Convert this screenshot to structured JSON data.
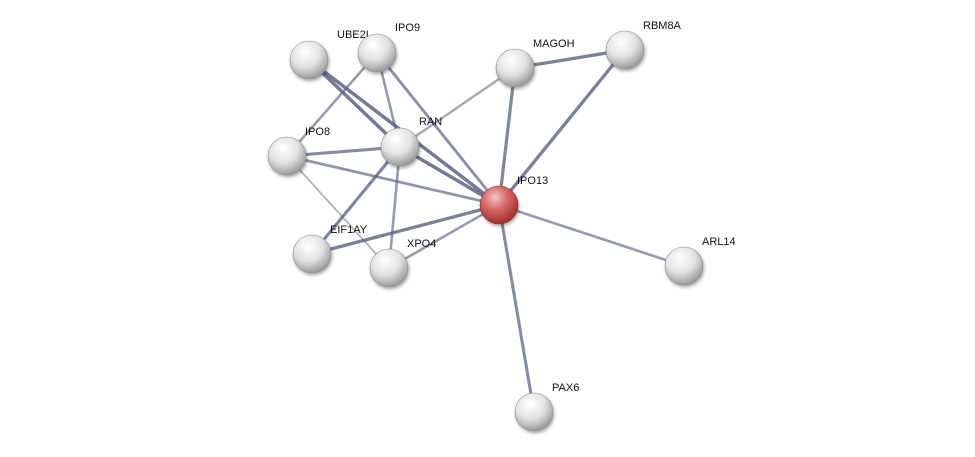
{
  "colors": {
    "query_node": "#d9534f",
    "node": "#e0e0e0",
    "edge": "#5a6180"
  },
  "nodes": [
    {
      "id": "UBE2I",
      "label": "UBE2I",
      "query": false
    },
    {
      "id": "IPO9",
      "label": "IPO9",
      "query": false
    },
    {
      "id": "MAGOH",
      "label": "MAGOH",
      "query": false
    },
    {
      "id": "RBM8A",
      "label": "RBM8A",
      "query": false
    },
    {
      "id": "RAN",
      "label": "RAN",
      "query": false
    },
    {
      "id": "IPO8",
      "label": "IPO8",
      "query": false
    },
    {
      "id": "IPO13",
      "label": "IPO13",
      "query": true
    },
    {
      "id": "EIF1AY",
      "label": "EIF1AY",
      "query": false
    },
    {
      "id": "XPO4",
      "label": "XPO4",
      "query": false
    },
    {
      "id": "ARL14",
      "label": "ARL14",
      "query": false
    },
    {
      "id": "PAX6",
      "label": "PAX6",
      "query": false
    }
  ],
  "edges": [
    {
      "source": "UBE2I",
      "target": "IPO13",
      "score": 0.9
    },
    {
      "source": "UBE2I",
      "target": "RAN",
      "score": 0.9
    },
    {
      "source": "IPO9",
      "target": "IPO8",
      "score": 0.6
    },
    {
      "source": "IPO9",
      "target": "RAN",
      "score": 0.6
    },
    {
      "source": "IPO9",
      "target": "IPO13",
      "score": 0.7
    },
    {
      "source": "MAGOH",
      "target": "IPO13",
      "score": 0.8
    },
    {
      "source": "MAGOH",
      "target": "RAN",
      "score": 0.5
    },
    {
      "source": "MAGOH",
      "target": "RBM8A",
      "score": 0.85
    },
    {
      "source": "RBM8A",
      "target": "IPO13",
      "score": 0.85
    },
    {
      "source": "RAN",
      "target": "IPO8",
      "score": 0.75
    },
    {
      "source": "RAN",
      "target": "IPO13",
      "score": 0.9
    },
    {
      "source": "RAN",
      "target": "EIF1AY",
      "score": 0.8
    },
    {
      "source": "RAN",
      "target": "XPO4",
      "score": 0.6
    },
    {
      "source": "IPO8",
      "target": "IPO13",
      "score": 0.65
    },
    {
      "source": "IPO8",
      "target": "XPO4",
      "score": 0.35
    },
    {
      "source": "EIF1AY",
      "target": "IPO13",
      "score": 0.85
    },
    {
      "source": "XPO4",
      "target": "IPO13",
      "score": 0.6
    },
    {
      "source": "ARL14",
      "target": "IPO13",
      "score": 0.6
    },
    {
      "source": "PAX6",
      "target": "IPO13",
      "score": 0.75
    }
  ]
}
